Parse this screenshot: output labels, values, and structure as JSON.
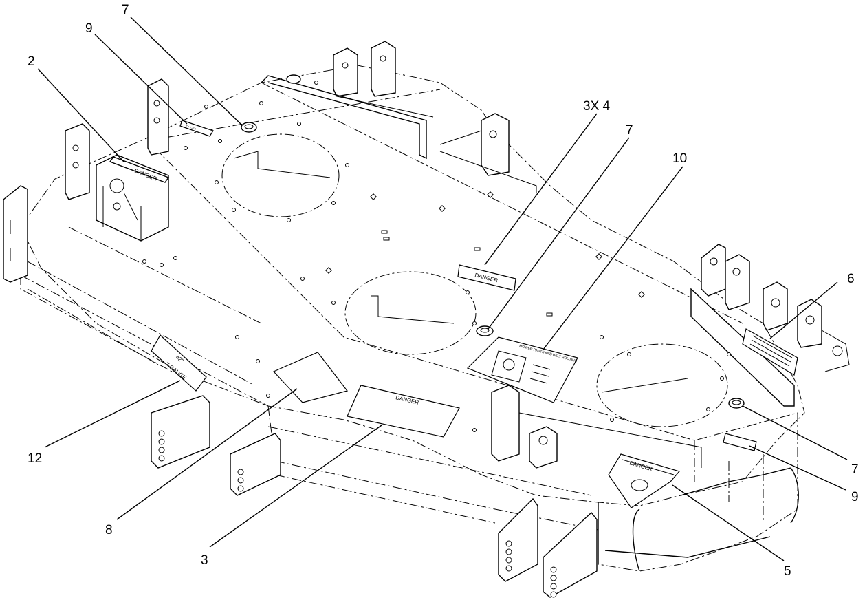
{
  "callouts": [
    {
      "id": "c7a",
      "label": "7"
    },
    {
      "id": "c9a",
      "label": "9"
    },
    {
      "id": "c2",
      "label": "2"
    },
    {
      "id": "c3x4",
      "label": "3X 4"
    },
    {
      "id": "c7b",
      "label": "7"
    },
    {
      "id": "c10",
      "label": "10"
    },
    {
      "id": "c6",
      "label": "6"
    },
    {
      "id": "c7c",
      "label": "7"
    },
    {
      "id": "c9b",
      "label": "9"
    },
    {
      "id": "c5",
      "label": "5"
    },
    {
      "id": "c3",
      "label": "3"
    },
    {
      "id": "c8",
      "label": "8"
    },
    {
      "id": "c12",
      "label": "12"
    }
  ],
  "decals": {
    "danger_top": "DANGER",
    "danger_center": "DANGER",
    "danger_front": "DANGER",
    "danger_shield": "DANGER",
    "gauge_plate": "7-GAUGE",
    "gauge_size": "42\"",
    "belt_routing": "MOWER PARTS AND BELT ROUTING"
  }
}
